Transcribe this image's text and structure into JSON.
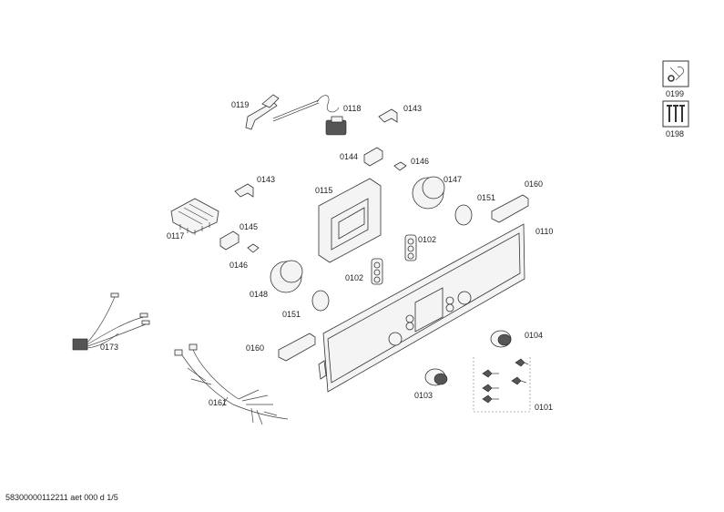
{
  "parts": [
    {
      "id": "p0119",
      "label": "0119"
    },
    {
      "id": "p0118",
      "label": "0118"
    },
    {
      "id": "p0143a",
      "label": "0143"
    },
    {
      "id": "p0144",
      "label": "0144"
    },
    {
      "id": "p0146a",
      "label": "0146"
    },
    {
      "id": "p0147",
      "label": "0147"
    },
    {
      "id": "p0160a",
      "label": "0160"
    },
    {
      "id": "p0143b",
      "label": "0143"
    },
    {
      "id": "p0115",
      "label": "0115"
    },
    {
      "id": "p0151a",
      "label": "0151"
    },
    {
      "id": "p0110",
      "label": "0110"
    },
    {
      "id": "p0117",
      "label": "0117"
    },
    {
      "id": "p0145",
      "label": "0145"
    },
    {
      "id": "p0102a",
      "label": "0102"
    },
    {
      "id": "p0146b",
      "label": "0146"
    },
    {
      "id": "p0102b",
      "label": "0102"
    },
    {
      "id": "p0148",
      "label": "0148"
    },
    {
      "id": "p0151b",
      "label": "0151"
    },
    {
      "id": "p0173",
      "label": "0173"
    },
    {
      "id": "p0104",
      "label": "0104"
    },
    {
      "id": "p0160b",
      "label": "0160"
    },
    {
      "id": "p0161",
      "label": "0161"
    },
    {
      "id": "p0103",
      "label": "0103"
    },
    {
      "id": "p0101",
      "label": "0101"
    },
    {
      "id": "p0199",
      "label": "0199"
    },
    {
      "id": "p0198",
      "label": "0198"
    }
  ],
  "footer": {
    "document_id": "58300000112211 aet 000 d 1/5"
  },
  "icons": {
    "tool": "wrench-icon",
    "screws": "screws-icon"
  }
}
